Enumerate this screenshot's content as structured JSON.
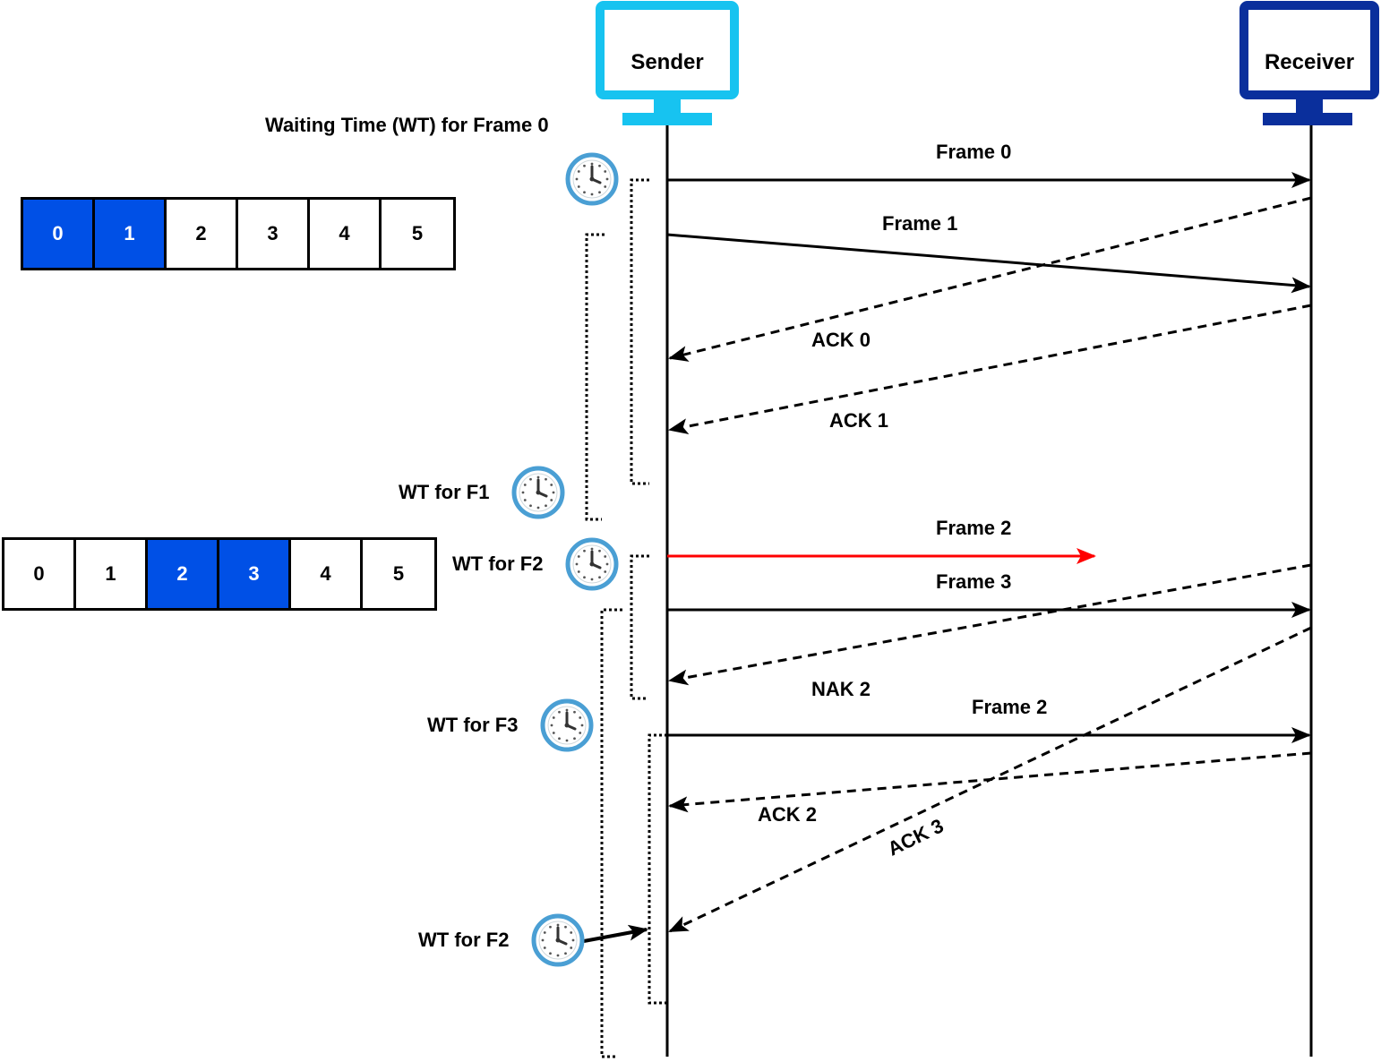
{
  "sender": {
    "label": "Sender",
    "color": "#17c3f0"
  },
  "receiver": {
    "label": "Receiver",
    "color": "#0a2f9c"
  },
  "waiting_time_title": "Waiting Time (WT) for Frame 0",
  "timers": {
    "wt_f1": "WT for F1",
    "wt_f2": "WT for F2",
    "wt_f3": "WT for F3",
    "wt_f2_retry": "WT for F2"
  },
  "window_1": {
    "cells": [
      "0",
      "1",
      "2",
      "3",
      "4",
      "5"
    ],
    "highlighted": [
      "0",
      "1"
    ]
  },
  "window_2": {
    "cells": [
      "0",
      "1",
      "2",
      "3",
      "4",
      "5"
    ],
    "highlighted": [
      "2",
      "3"
    ]
  },
  "messages": {
    "frame_0": "Frame 0",
    "frame_1": "Frame 1",
    "ack_0": "ACK 0",
    "ack_1": "ACK 1",
    "frame_2_lost": "Frame 2",
    "frame_3": "Frame 3",
    "nak_2": "NAK 2",
    "frame_2_resend": "Frame 2",
    "ack_2": "ACK 2",
    "ack_3": "ACK 3"
  },
  "colors": {
    "highlight": "#0050e6",
    "lost_frame": "#ff0000",
    "clock_ring": "#4a9fd4"
  },
  "icons": {
    "clock": "clock-icon",
    "monitor": "monitor-icon"
  }
}
